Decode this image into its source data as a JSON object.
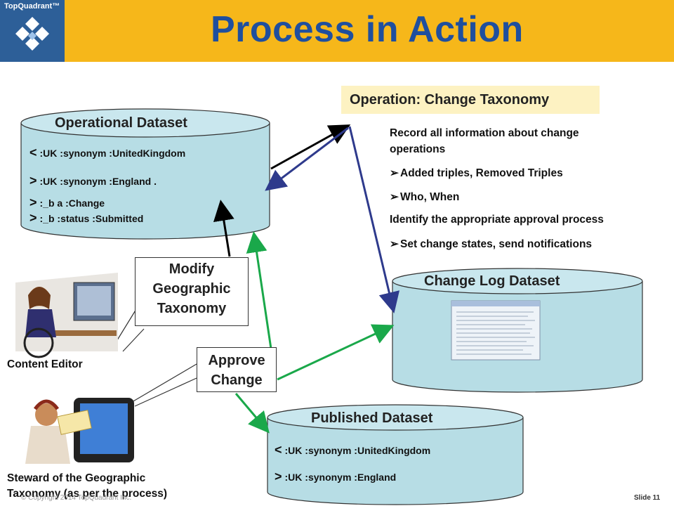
{
  "header": {
    "logo_text": "TopQuadrant™",
    "title": "Process in Action"
  },
  "operational_dataset": {
    "title": "Operational Dataset",
    "lines": [
      {
        "marker": "<",
        "text": ":UK :synonym :UnitedKingdom"
      },
      {
        "marker": ">",
        "text": ":UK :synonym :England ."
      },
      {
        "marker": ">",
        "text": ":_b a :Change"
      },
      {
        "marker": ">",
        "text": ":_b :status :Submitted"
      }
    ]
  },
  "operation": {
    "title": "Operation: Change Taxonomy",
    "notes": [
      {
        "text": "Record all information about change",
        "arrowed": false
      },
      {
        "text": "operations",
        "arrowed": false
      },
      {
        "text": "Added triples, Removed Triples",
        "arrowed": true
      },
      {
        "text": "Who, When",
        "arrowed": true
      },
      {
        "text": "Identify the appropriate approval process",
        "arrowed": false
      },
      {
        "text": "Set change states, send notifications",
        "arrowed": true
      }
    ]
  },
  "change_log_dataset": {
    "title": "Change Log Dataset"
  },
  "published_dataset": {
    "title": "Published Dataset",
    "lines": [
      {
        "marker": "<",
        "text": ":UK :synonym :UnitedKingdom"
      },
      {
        "marker": ">",
        "text": ":UK :synonym :England"
      }
    ]
  },
  "callouts": {
    "modify": "Modify Geographic Taxonomy",
    "approve": "Approve Change"
  },
  "people": {
    "content_editor": "Content Editor",
    "steward_line1": "Steward of the Geographic",
    "steward_line2": "Taxonomy (as per the process)"
  },
  "footer": {
    "copyright": "© Copyright 2014 TopQuadrant Inc.",
    "slide": "Slide  11"
  },
  "colors": {
    "header": "#f6b71a",
    "logo_bg": "#2d5f98",
    "title": "#1f4f9e",
    "cylinder": "#b7dde5",
    "green_arrow": "#1aa84a",
    "navy_arrow": "#2e3a8c"
  }
}
